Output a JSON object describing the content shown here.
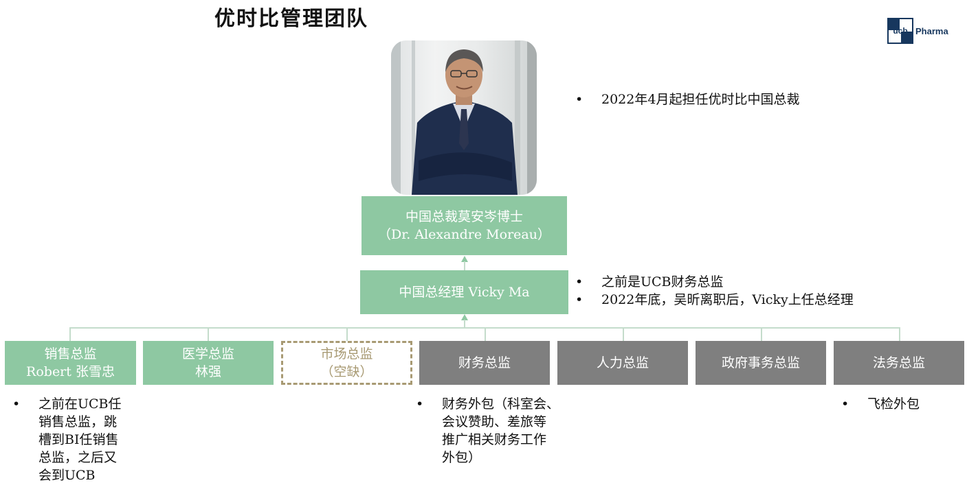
{
  "title": "优时比管理团队",
  "logo": {
    "text": "Pharma",
    "mark_text": "ucb"
  },
  "ceo": {
    "line1": "中国总裁莫安岑博士",
    "line2": "（Dr. Alexandre Moreau）",
    "bullets": [
      "2022年4月起担任优时比中国总裁"
    ]
  },
  "gm": {
    "label": "中国总经理 Vicky Ma",
    "bullets": [
      "之前是UCB财务总监",
      "2022年底，吴昕离职后，Vicky上任总经理"
    ]
  },
  "directors": [
    {
      "line1": "销售总监",
      "line2": "Robert  张雪忠",
      "style": "green"
    },
    {
      "line1": "医学总监",
      "line2": "林强",
      "style": "green"
    },
    {
      "line1": "市场总监",
      "line2": "（空缺）",
      "style": "vacant"
    },
    {
      "line1": "财务总监",
      "line2": "",
      "style": "gray"
    },
    {
      "line1": "人力总监",
      "line2": "",
      "style": "gray"
    },
    {
      "line1": "政府事务总监",
      "line2": "",
      "style": "gray"
    },
    {
      "line1": "法务总监",
      "line2": "",
      "style": "gray"
    }
  ],
  "notes": {
    "sales": "之前在UCB任销售总监，跳槽到BI任销售总监，之后又会到UCB",
    "sales_lines": [
      "之前在UCB任",
      "销售总监，跳",
      "槽到BI任销售",
      "总监，之后又",
      "会到UCB"
    ],
    "finance_lines": [
      "财务外包（科室会、",
      "会议赞助、差旅等",
      "推广相关财务工作",
      "外包）"
    ],
    "legal": "飞检外包"
  },
  "colors": {
    "green": "#8ec8a2",
    "gray": "#7f7f7f",
    "vacant_border": "#a89a73",
    "connector": "#c4dccb",
    "logo_blue": "#17375e"
  }
}
